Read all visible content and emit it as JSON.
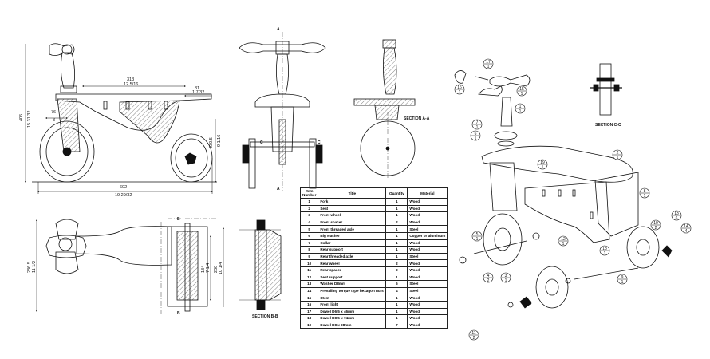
{
  "side_view": {
    "overall_length": "602",
    "overall_length_in": "19 29/32",
    "height": "405",
    "height_in": "15 31/32",
    "seat_length": "313",
    "seat_length_in": "12 5/16",
    "overhang": "31",
    "overhang_in": "1 7/32",
    "axle_offset": "76",
    "axle_offset_in": "3",
    "seat_height": "230.5",
    "seat_height_in": "9 1/16"
  },
  "front_view": {
    "section_mark_top": "A",
    "section_mark_bottom": "A",
    "c_left": "C",
    "c_right": "C"
  },
  "section_aa": {
    "label": "SECTION A-A"
  },
  "top_view": {
    "width": "286.5",
    "width_in": "11 1/2",
    "axle_len": "184",
    "axle_len_in": "7 1/4",
    "axle_total": "260",
    "axle_total_in": "10 1/4",
    "b_top": "B",
    "b_bottom": "B"
  },
  "section_bb": {
    "label": "SECTION B-B"
  },
  "section_cc": {
    "label": "SECTION C-C"
  },
  "bom": {
    "headers": {
      "item": "Item Number",
      "title": "Title",
      "qty": "Quantity",
      "material": "Material"
    },
    "rows": [
      {
        "n": "1",
        "t": "Fork",
        "q": "1",
        "m": "Wood"
      },
      {
        "n": "2",
        "t": "Seat",
        "q": "1",
        "m": "Wood"
      },
      {
        "n": "3",
        "t": "Front wheel",
        "q": "1",
        "m": "Wood"
      },
      {
        "n": "4",
        "t": "Front spacer",
        "q": "2",
        "m": "Wood"
      },
      {
        "n": "5",
        "t": "Front threaded axle",
        "q": "1",
        "m": "Steel"
      },
      {
        "n": "6",
        "t": "Big washer",
        "q": "1",
        "m": "Copper or aluminum"
      },
      {
        "n": "7",
        "t": "Collar",
        "q": "1",
        "m": "Wood"
      },
      {
        "n": "8",
        "t": "Rear support",
        "q": "1",
        "m": "Wood"
      },
      {
        "n": "9",
        "t": "Rear threaded axle",
        "q": "1",
        "m": "Steel"
      },
      {
        "n": "10",
        "t": "Rear wheel",
        "q": "2",
        "m": "Wood"
      },
      {
        "n": "11",
        "t": "Rear spacer",
        "q": "2",
        "m": "Wood"
      },
      {
        "n": "12",
        "t": "Seat support",
        "q": "1",
        "m": "Wood"
      },
      {
        "n": "13",
        "t": "Washer D8mm",
        "q": "6",
        "m": "Steel"
      },
      {
        "n": "14",
        "t": "Prevailing torque type hexagon nuts",
        "q": "4",
        "m": "Steel"
      },
      {
        "n": "15",
        "t": "Stem",
        "q": "1",
        "m": "Wood"
      },
      {
        "n": "16",
        "t": "Front light",
        "q": "1",
        "m": "Wood"
      },
      {
        "n": "17",
        "t": "Dowel D6.5 x 46mm",
        "q": "1",
        "m": "Wood"
      },
      {
        "n": "18",
        "t": "Dowel D8.5 x 74mm",
        "q": "1",
        "m": "Wood"
      },
      {
        "n": "19",
        "t": "Dowel D8 x 28mm",
        "q": "7",
        "m": "Wood"
      }
    ]
  },
  "balloons": [
    {
      "n": "17",
      "q": "1"
    },
    {
      "n": "16",
      "q": "1"
    },
    {
      "n": "15",
      "q": "1"
    },
    {
      "n": "1",
      "q": "1"
    },
    {
      "n": "7",
      "q": "1"
    },
    {
      "n": "6",
      "q": "1"
    },
    {
      "n": "19",
      "q": "1"
    },
    {
      "n": "2",
      "q": "1"
    },
    {
      "n": "8",
      "q": "1"
    },
    {
      "n": "5",
      "q": "1"
    },
    {
      "n": "12",
      "q": "1"
    },
    {
      "n": "18",
      "q": "1"
    },
    {
      "n": "10",
      "q": "2"
    },
    {
      "n": "13",
      "q": "6"
    },
    {
      "n": "14",
      "q": "4"
    },
    {
      "n": "4",
      "q": "2"
    },
    {
      "n": "3",
      "q": "1"
    },
    {
      "n": "9",
      "q": "1"
    },
    {
      "n": "11",
      "q": "2"
    }
  ]
}
